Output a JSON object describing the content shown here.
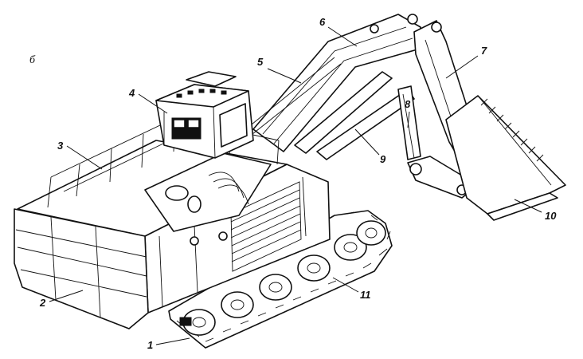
{
  "panel_letter": "б",
  "callouts": [
    {
      "id": "1",
      "text": "1"
    },
    {
      "id": "2",
      "text": "2"
    },
    {
      "id": "3",
      "text": "3"
    },
    {
      "id": "4",
      "text": "4"
    },
    {
      "id": "5",
      "text": "5"
    },
    {
      "id": "6",
      "text": "6"
    },
    {
      "id": "7",
      "text": "7"
    },
    {
      "id": "8",
      "text": "8"
    },
    {
      "id": "9",
      "text": "9"
    },
    {
      "id": "10",
      "text": "10"
    },
    {
      "id": "11",
      "text": "11"
    }
  ]
}
